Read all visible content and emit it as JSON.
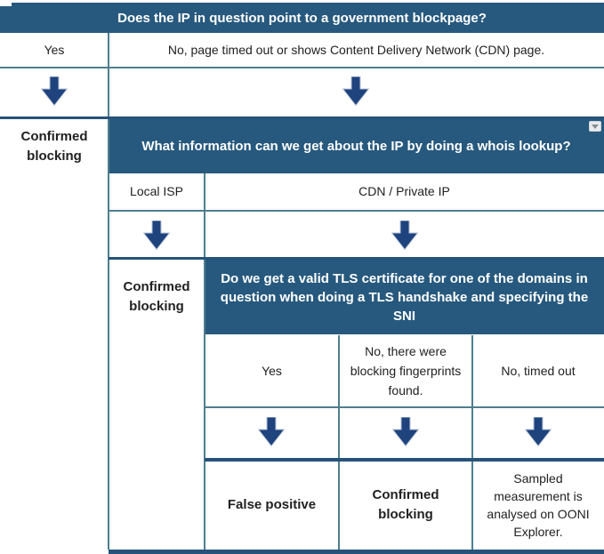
{
  "title": "Government blockpage IP decision tree",
  "colors": {
    "header_bar_bg": "#27597e",
    "header_bar_text": "#ffffff",
    "thick_border": "#265379",
    "thin_border": "#4e7e8e",
    "arrow": "#1f437d",
    "body_text": "#212121"
  },
  "flow": {
    "q1": "Does the IP in question point to a government blockpage?",
    "q1_answer_yes": "Yes",
    "q1_answer_no": "No, page timed out or shows Content Delivery Network (CDN) page.",
    "result_q1_yes": "Confirmed blocking",
    "q2": "What information can we get about the IP by doing a whois lookup?",
    "q2_answer_isp": "Local ISP",
    "q2_answer_cdn": "CDN / Private IP",
    "result_q2_isp": "Confirmed blocking",
    "q3": "Do we get a valid TLS certificate for one of the domains in question when doing a TLS handshake and specifying the SNI",
    "q3_answer_yes": "Yes",
    "q3_answer_fingerprints": "No, there were blocking fingerprints found.",
    "q3_answer_timeout": "No, timed out",
    "result_q3_yes": "False positive",
    "result_q3_fingerprints": "Confirmed blocking",
    "result_q3_timeout": "Sampled measurement is analysed on OONI Explorer."
  }
}
